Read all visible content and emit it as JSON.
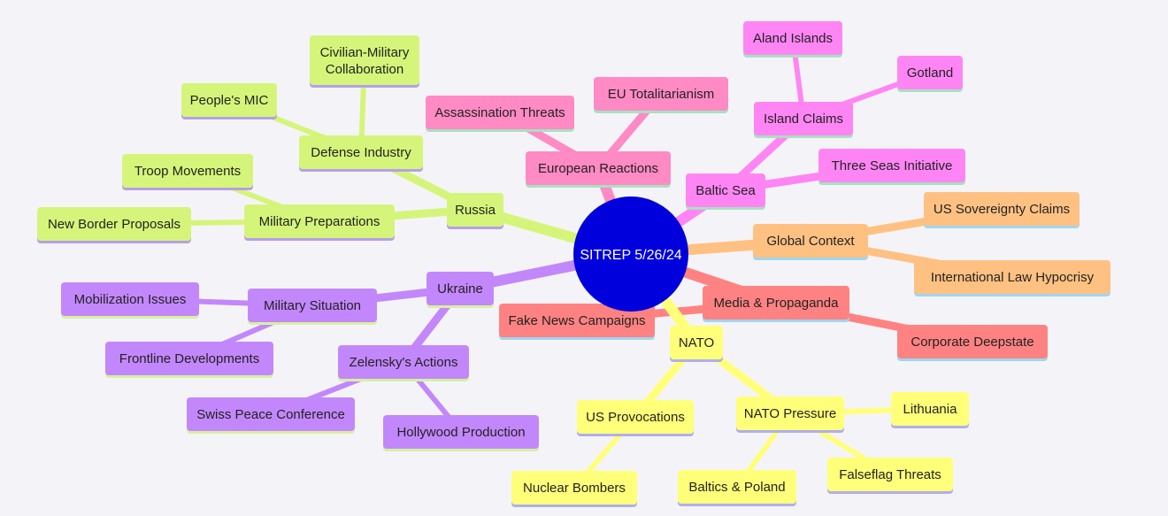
{
  "mindmap": {
    "root": "SITREP 5/26/24",
    "branches": [
      {
        "label": "Russia",
        "color": "#d5f57a",
        "shadow": "#b79fe8",
        "children": [
          {
            "label": "Defense Industry",
            "children": [
              {
                "label": "Civilian-Military Collaboration"
              },
              {
                "label": "People's MIC"
              }
            ]
          },
          {
            "label": "Military Preparations",
            "children": [
              {
                "label": "Troop Movements"
              },
              {
                "label": "New Border Proposals"
              }
            ]
          }
        ]
      },
      {
        "label": "European Reactions",
        "color": "#ff8ac4",
        "shadow": "#a9e0c0",
        "children": [
          {
            "label": "Assassination Threats"
          },
          {
            "label": "EU Totalitarianism"
          }
        ]
      },
      {
        "label": "Baltic Sea",
        "color": "#ff85f5",
        "shadow": "#a9e0c0",
        "children": [
          {
            "label": "Island Claims",
            "children": [
              {
                "label": "Aland Islands"
              },
              {
                "label": "Gotland"
              }
            ]
          },
          {
            "label": "Three Seas Initiative"
          }
        ]
      },
      {
        "label": "Global Context",
        "color": "#ffc182",
        "shadow": "#9fd6ef",
        "children": [
          {
            "label": "US Sovereignty Claims"
          },
          {
            "label": "International Law Hypocrisy"
          }
        ]
      },
      {
        "label": "Media & Propaganda",
        "color": "#ff8282",
        "shadow": "#9fd6ef",
        "children": [
          {
            "label": "Fake News Campaigns"
          },
          {
            "label": "Corporate Deepstate"
          }
        ]
      },
      {
        "label": "NATO",
        "color": "#ffff7a",
        "shadow": "#b0aef0",
        "children": [
          {
            "label": "US Provocations",
            "children": [
              {
                "label": "Nuclear Bombers"
              }
            ]
          },
          {
            "label": "NATO Pressure",
            "children": [
              {
                "label": "Lithuania"
              },
              {
                "label": "Baltics & Poland"
              },
              {
                "label": "Falseflag Threats"
              }
            ]
          }
        ]
      },
      {
        "label": "Ukraine",
        "color": "#c387fc",
        "shadow": "#d7f0a0",
        "children": [
          {
            "label": "Military Situation",
            "children": [
              {
                "label": "Mobilization Issues"
              },
              {
                "label": "Frontline Developments"
              }
            ]
          },
          {
            "label": "Zelensky's Actions",
            "children": [
              {
                "label": "Swiss Peace Conference"
              },
              {
                "label": "Hollywood Production"
              }
            ]
          }
        ]
      }
    ],
    "root_color": "#0000dd"
  }
}
